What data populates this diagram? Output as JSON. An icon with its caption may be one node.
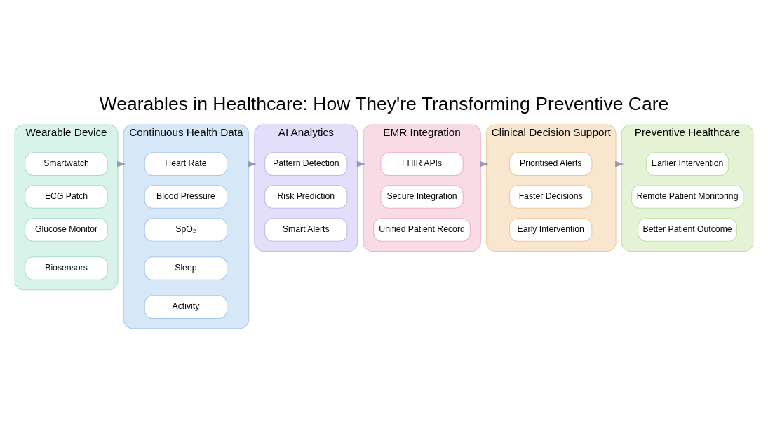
{
  "diagram": {
    "title": "Wearables in Healthcare: How They're Transforming Preventive Care",
    "nodes": [
      {
        "text": [
          "Wearable Device"
        ]
      },
      {
        "text": [
          "Smartwatch"
        ],
        "in": 0
      },
      {
        "text": [
          "ECG Patch"
        ],
        "in": 0
      },
      {
        "text": [
          "Glucose Monitor"
        ],
        "in": 0
      },
      {
        "text": [
          "Biosensors"
        ],
        "in": 0
      },
      {
        "text": [
          "Continuous Health Data"
        ]
      },
      {
        "text": [
          "Heart Rate"
        ],
        "in": 5
      },
      {
        "text": [
          "Blood Pressure"
        ],
        "in": 5
      },
      {
        "text": [
          "SpO₂"
        ],
        "in": 5
      },
      {
        "text": [
          "Sleep"
        ],
        "in": 5
      },
      {
        "text": [
          "Activity"
        ],
        "in": 5
      },
      {
        "text": [
          "AI Analytics"
        ]
      },
      {
        "text": [
          "Pattern Detection"
        ],
        "in": 11
      },
      {
        "text": [
          "Risk Prediction"
        ],
        "in": 11
      },
      {
        "text": [
          "Smart Alerts"
        ],
        "in": 11
      },
      {
        "text": [
          "EMR Integration"
        ]
      },
      {
        "text": [
          "FHIR APIs"
        ],
        "in": 15
      },
      {
        "text": [
          "Secure Integration"
        ],
        "in": 15
      },
      {
        "text": [
          "Unified Patient Record"
        ],
        "in": 15
      },
      {
        "text": [
          "Clinical Decision Support"
        ]
      },
      {
        "text": [
          "Prioritised Alerts"
        ],
        "in": 19
      },
      {
        "text": [
          "Faster Decisions"
        ],
        "in": 19
      },
      {
        "text": [
          "Early Intervention"
        ],
        "in": 19
      },
      {
        "text": [
          "Preventive Healthcare"
        ]
      },
      {
        "text": [
          "Earlier Intervention"
        ],
        "in": 23
      },
      {
        "text": [
          "Remote Patient Monitoring"
        ],
        "in": 23
      },
      {
        "text": [
          "Better Patient Outcome"
        ],
        "in": 23
      }
    ],
    "edges": [
      {
        "from": 0,
        "to": 5,
        "arrow": "to"
      },
      {
        "from": 5,
        "to": 11,
        "arrow": "to"
      },
      {
        "from": 11,
        "to": 15,
        "arrow": "to"
      },
      {
        "from": 15,
        "to": 19,
        "arrow": "to"
      },
      {
        "from": 19,
        "to": 23,
        "arrow": "to"
      }
    ]
  }
}
